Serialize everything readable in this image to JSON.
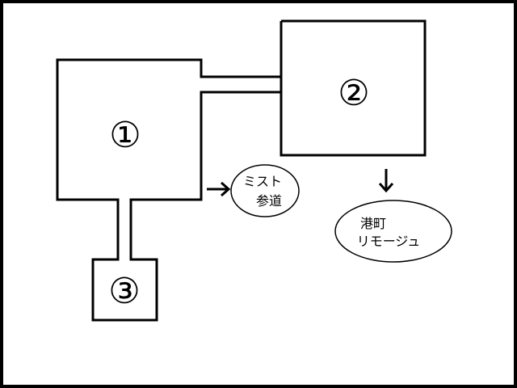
{
  "map": {
    "rooms": [
      {
        "id": "room-1",
        "label": "①"
      },
      {
        "id": "room-2",
        "label": "②"
      },
      {
        "id": "room-3",
        "label": "③"
      }
    ],
    "destinations": [
      {
        "id": "dest-mist",
        "lines": [
          "ミスト",
          "参道"
        ]
      },
      {
        "id": "dest-port",
        "lines": [
          "港町",
          "リモージュ"
        ]
      }
    ],
    "colors": {
      "background": "#ffffff",
      "line": "#000000",
      "border": "#000000"
    }
  }
}
